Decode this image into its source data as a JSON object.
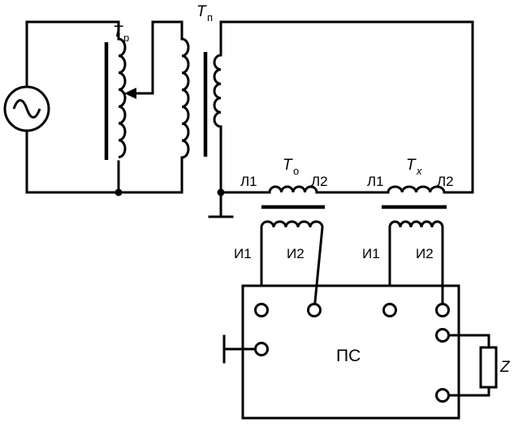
{
  "labels": {
    "regulator_t": "T",
    "regulator_sub": "р",
    "step_up_t": "T",
    "step_up_sub": "п",
    "reference_t": "T",
    "reference_sub": "о",
    "tested_t": "T",
    "tested_sub": "x",
    "l1_ref": "Л1",
    "l2_ref": "Л2",
    "l1_tested": "Л1",
    "l2_tested": "Л2",
    "i1_ref": "И1",
    "i2_ref": "И2",
    "i1_tested": "И1",
    "i2_tested": "И2",
    "device": "ПС",
    "load": "Z"
  }
}
